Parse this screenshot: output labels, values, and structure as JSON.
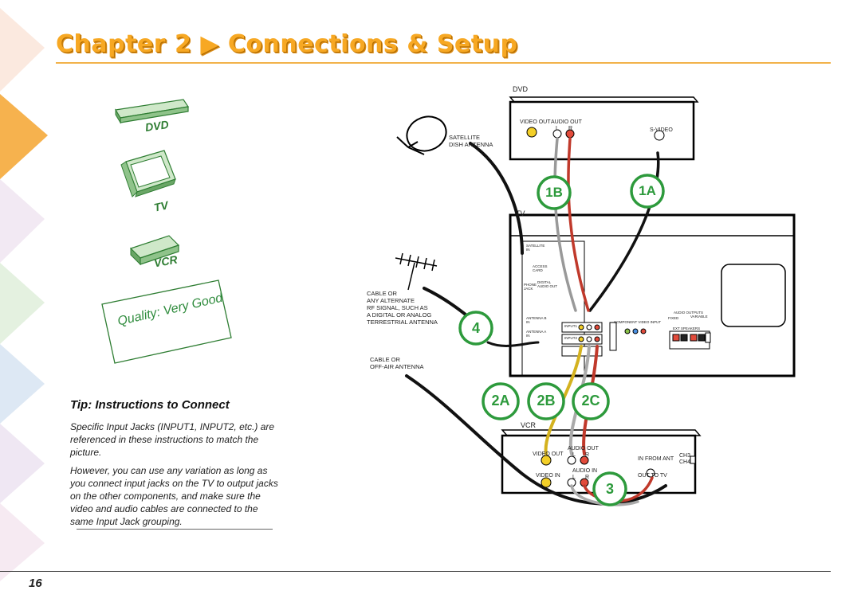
{
  "header": {
    "title": "Chapter 2 ▶ Connections & Setup",
    "page_number": "16"
  },
  "devices": {
    "dvd": "DVD",
    "tv": "TV",
    "vcr": "VCR",
    "quality": "Quality: Very Good"
  },
  "tip": {
    "title": "Tip: Instructions to Connect",
    "p1": "Specific Input Jacks (INPUT1, INPUT2, etc.) are referenced in these instructions to match the picture.",
    "p2": "However, you can use any variation as long as you connect input jacks on the TV to output jacks on the other components, and make sure the video and audio cables are connected to the same Input Jack grouping."
  },
  "diagram": {
    "dvd_label": "DVD",
    "dvd_video_out": "VIDEO OUT",
    "dvd_audio_out": "AUDIO OUT",
    "dvd_l": "L",
    "dvd_r": "R",
    "dvd_svideo": "S-VIDEO",
    "satellite": "SATELLITE\nDISH ANTENNA",
    "cable_alt": "CABLE OR\nANY ALTERNATE\nRF SIGNAL, SUCH AS\nA DIGITAL OR ANALOG\nTERRESTRIAL ANTENNA",
    "cable_offair": "CABLE OR\nOFF-AIR ANTENNA",
    "tv_label": "TV",
    "vcr_label": "VCR",
    "vcr_video_out": "VIDEO OUT",
    "vcr_audio_out": "AUDIO OUT",
    "vcr_video_in": "VIDEO IN",
    "vcr_audio_in": "AUDIO IN",
    "vcr_in_from_ant": "IN FROM ANT",
    "vcr_out_to_tv": "OUT TO TV",
    "vcr_ch3": "CH3",
    "vcr_ch4": "CH4",
    "vcr_l": "L",
    "vcr_r": "R",
    "tv_satellite_in": "SATELLITE\nIN",
    "tv_access_card": "ACCESS\nCARD",
    "tv_phone_jack": "PHONE\nJACK",
    "tv_digital_audio": "DIGITAL\nAUDIO OUT",
    "tv_antenna_b": "ANTENNA B\nIN",
    "tv_antenna_a": "ANTENNA A\nIN",
    "tv_input1": "INPUT1",
    "tv_input2": "INPUT2",
    "tv_component": "COMPONENT VIDEO INPUT",
    "tv_audio_outputs": "AUDIO OUTPUTS",
    "tv_fixed": "FIXED",
    "tv_variable": "VARIABLE",
    "tv_ext_speakers": "EXT SPEAKERS",
    "badges": {
      "b1a": "1A",
      "b1b": "1B",
      "b2a": "2A",
      "b2b": "2B",
      "b2c": "2C",
      "b3": "3",
      "b4": "4"
    },
    "badge_color": "#2d9a3c"
  },
  "colors": {
    "title": "#f7a823",
    "accent_green": "#2d9a3c",
    "device_green": "#3e9a4a"
  }
}
